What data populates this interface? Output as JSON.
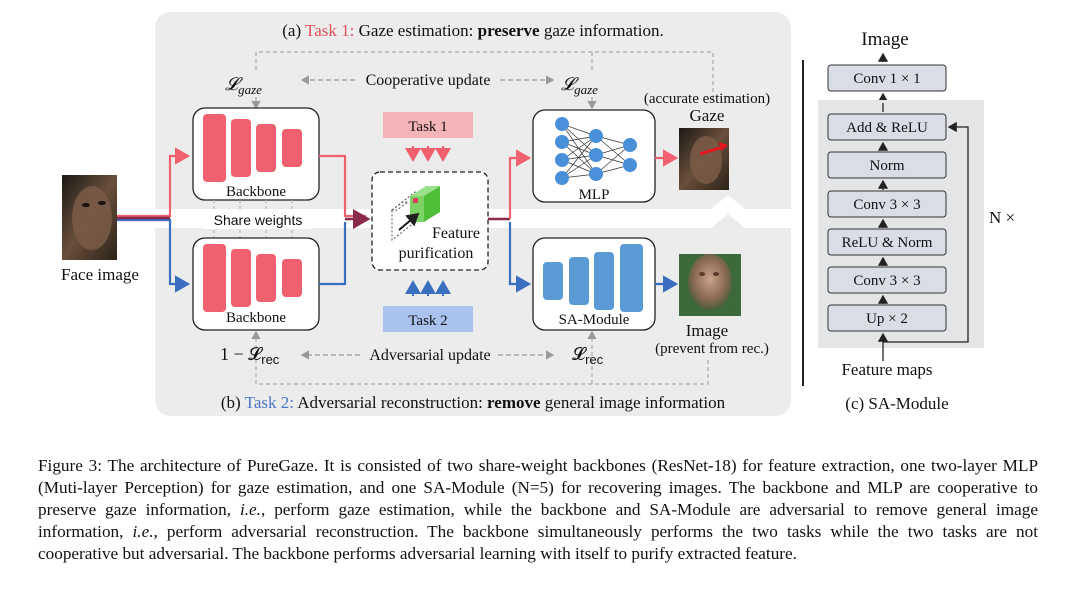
{
  "panel_a": {
    "prefix": "(a) ",
    "task": "Task 1:",
    "mid": " Gaze estimation: ",
    "bold": "preserve",
    "suffix": " gaze information."
  },
  "panel_b": {
    "prefix": "(b) ",
    "task": "Task 2:",
    "mid": " Adversarial reconstruction: ",
    "bold": "remove",
    "suffix": " general image information"
  },
  "panel_c": {
    "title": "(c) SA-Module"
  },
  "loss": {
    "gaze_left": "𝓛",
    "gaze_sub": "gaze",
    "rec_prefix": "1 − 𝓛",
    "rec_sub": "rec",
    "rec_right": "𝓛"
  },
  "labels": {
    "cooperative_update": "Cooperative update",
    "adversarial_update": "Adversarial update",
    "backbone_top": "Backbone",
    "backbone_bottom": "Backbone",
    "share_weights": "Share weights",
    "face_image": "Face image",
    "task1": "Task 1",
    "task2": "Task 2",
    "feature": "Feature",
    "purification": "purification",
    "mlp": "MLP",
    "sa_module": "SA-Module",
    "accurate": "(accurate estimation)",
    "gaze": "Gaze",
    "image_out": "Image",
    "prevent": "(prevent from rec.)"
  },
  "sa_module": {
    "top_label": "Image",
    "bottom_label": "Feature maps",
    "repeat": "N ×",
    "blocks": [
      "Conv 1 × 1",
      "Add & ReLU",
      "Norm",
      "Conv 3 × 3",
      "ReLU & Norm",
      "Conv 3 × 3",
      "Up × 2"
    ]
  },
  "colors": {
    "red": "#f0606e",
    "blue": "#3a6fc0",
    "panel_bg": "#ececec",
    "mlp_node": "#4a90d9",
    "sa_bar": "#5b9bd5"
  },
  "caption": {
    "part1": "Figure 3: The architecture of PureGaze. It is consisted of two share-weight backbones (ResNet-18) for feature extraction, one two-layer MLP (Muti-layer Perception) for gaze estimation, and one SA-Module (N=5) for recovering images. The backbone and MLP are cooperative to preserve gaze information, ",
    "ie1": "i.e.",
    "part2": ", perform gaze estimation, while the backbone and SA-Module are adversarial to remove general image information, ",
    "ie2": "i.e.",
    "part3": ", perform adversarial reconstruction. The backbone simultaneously performs the two tasks while the two tasks are not cooperative but adversarial. The backbone performs adversarial learning with itself to purify extracted feature."
  }
}
